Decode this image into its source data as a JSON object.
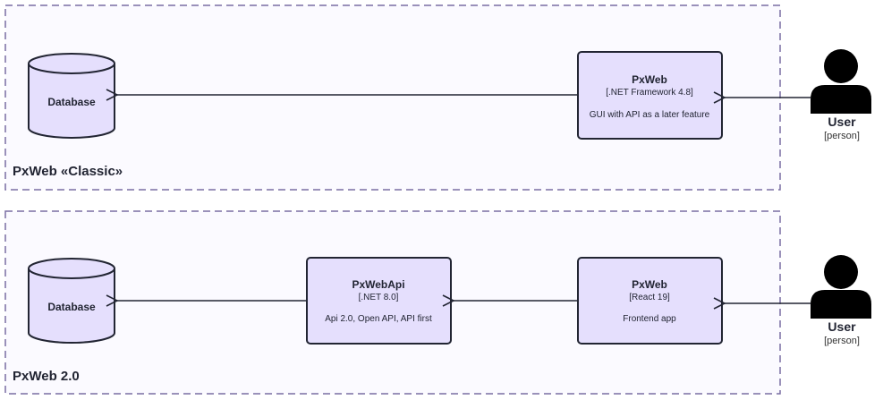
{
  "colors": {
    "boundary_stroke": "#7a6ea3",
    "boundary_fill": "#fbfaff",
    "node_fill": "#e5dffd",
    "node_stroke": "#222533",
    "text": "#222533",
    "person": "#000000"
  },
  "classic": {
    "label": "PxWeb «Classic»",
    "database": {
      "label": "Database"
    },
    "pxweb": {
      "title": "PxWeb",
      "tech": "[.NET Framework 4.8]",
      "desc": "GUI with API as a later feature"
    },
    "user": {
      "name": "User",
      "kind": "[person]"
    }
  },
  "v2": {
    "label": "PxWeb 2.0",
    "database": {
      "label": "Database"
    },
    "api": {
      "title": "PxWebApi",
      "tech": "[.NET 8.0]",
      "desc": "Api 2.0, Open API, API first"
    },
    "pxweb": {
      "title": "PxWeb",
      "tech": "[React 19]",
      "desc": "Frontend app"
    },
    "user": {
      "name": "User",
      "kind": "[person]"
    }
  }
}
